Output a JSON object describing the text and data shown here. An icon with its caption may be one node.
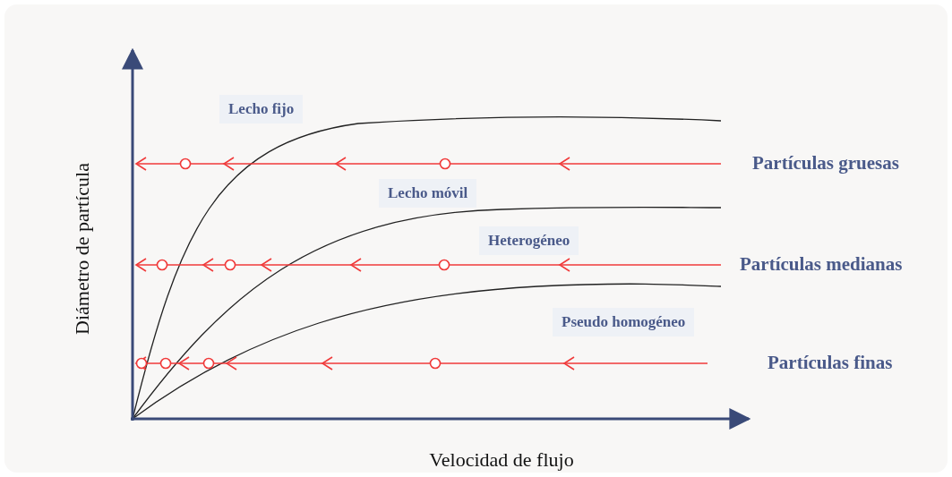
{
  "diagram": {
    "labels": [
      "Lecho fijo",
      "Partículas gruesas",
      "Lecho móvil",
      "Heterogéneo",
      "Partículas medianas",
      "Pseudo homogéneo",
      "Partículas finas",
      "Diámetro de partícula",
      "Velocidad de flujo"
    ]
  }
}
